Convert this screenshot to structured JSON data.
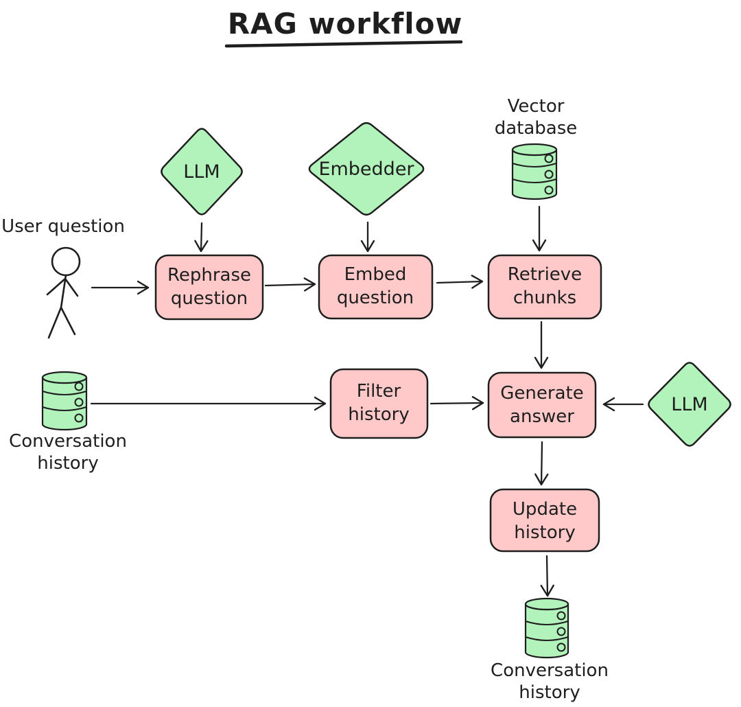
{
  "title": {
    "text": "RAG workflow"
  },
  "colors": {
    "green": "#b2f2bb",
    "pink": "#ffc9c9",
    "stroke": "#1e1e1e",
    "background": "#ffffff"
  },
  "nodes": {
    "llm_top": {
      "label": "LLM"
    },
    "embedder": {
      "label": "Embedder"
    },
    "llm_right": {
      "label": "LLM"
    },
    "vector_db": {
      "line1": "Vector",
      "line2": "database"
    },
    "conversation_db_left": {
      "line1": "Conversation",
      "line2": "history"
    },
    "conversation_db_bottom": {
      "line1": "Conversation",
      "line2": "history"
    },
    "user": {
      "label": "User question"
    },
    "rephrase": {
      "line1": "Rephrase",
      "line2": "question"
    },
    "embed": {
      "line1": "Embed",
      "line2": "question"
    },
    "retrieve": {
      "line1": "Retrieve",
      "line2": "chunks"
    },
    "filter": {
      "line1": "Filter",
      "line2": "history"
    },
    "generate": {
      "line1": "Generate",
      "line2": "answer"
    },
    "update": {
      "line1": "Update",
      "line2": "history"
    }
  }
}
